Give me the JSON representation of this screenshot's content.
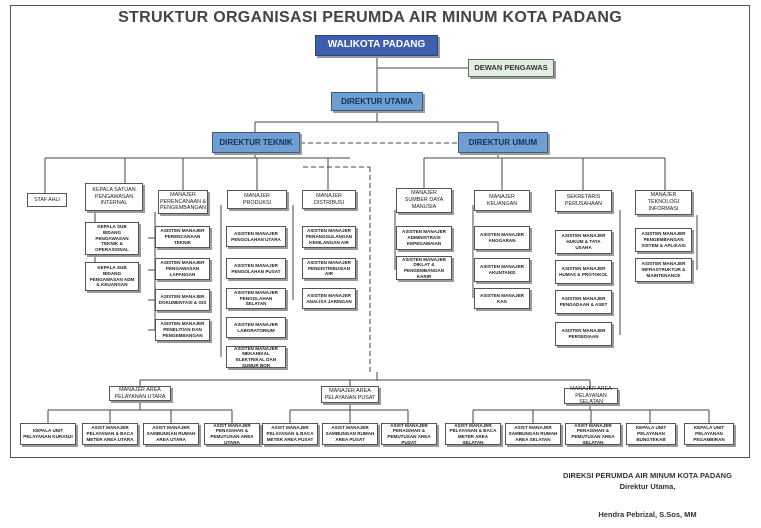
{
  "title": "STRUKTUR ORGANISASI PERUMDA AIR MINUM KOTA PADANG",
  "top": {
    "walikota": "WALIKOTA PADANG",
    "dewan": "DEWAN PENGAWAS",
    "direktur_utama": "DIREKTUR UTAMA",
    "direktur_teknik": "DIREKTUR TEKNIK",
    "direktur_umum": "DIREKTUR UMUM"
  },
  "left_branch": {
    "staf_ahli": "STAF AHLI",
    "spi": "KEPALA SATUAN PENGAWASAN INTERNAL",
    "spi_subs": [
      "KEPALA SUB BIDANG PENGAWASAN TEKNIK & OPERASIONAL",
      "KEPALA SUB BIDANG PENGAWASAN ADM & KEUANGAN"
    ],
    "perencanaan": "MANAJER PERENCANAAN & PENGEMBANGAN",
    "perencanaan_subs": [
      "ASISTEN MANAJER PERENCANAAN TEKNIK",
      "ASISTEN MANAJER PENGAWASAN LAPANGAN",
      "ASISTEN MANAJER DOKUMENTASI & GIS",
      "ASISTEN MANAJER PENELITIAN DAN PENGEMBANGAN"
    ],
    "produksi": "MANAJER PRODUKSI",
    "produksi_subs": [
      "ASISTEN MANAJER PENGOLAHAN UTARA",
      "ASISTEN MANAJER PENGOLAHAN PUSAT",
      "ASISTEN MANAJER PENGOLAHAN SELATAN",
      "ASISTEN MANAJER LABORATORIUM",
      "ASISTEN MANAJER MEKANIKAL ELEKTRIKAL DAN SUMUR BOR"
    ],
    "distribusi": "MANAJER DISTRIBUSI",
    "distribusi_subs": [
      "ASISTEN MANAJER PENANGGULANGAN KEHILANGAN AIR",
      "ASISTEN MANAJER PENDISTRIBUSIAN AIR",
      "ASISTEN MANAJER ANALISA JARINGAN"
    ]
  },
  "right_branch": {
    "sdm": "MANAJER SUMBER DAYA MANUSIA",
    "sdm_subs": [
      "ASISTEN MANAJER ADMINISTRASI KEPEGAWAIAN",
      "ASISTEN MANAJER DIKLAT & PENGEMBANGAN KARIR"
    ],
    "keuangan": "MANAJER KEUANGAN",
    "keuangan_subs": [
      "ASISTEN MANAJER ANGGARAN",
      "ASISTEN MANAJER AKUNTANSI",
      "ASISTEN MANAJER KAS"
    ],
    "sekretaris": "SEKRETARIS PERUSAHAAN",
    "sekretaris_subs": [
      "ASISTEN MANAJER HUKUM & TATA USAHA",
      "ASISTEN MANAJER HUMAS & PROTOKOL",
      "ASISTEN MANAJER PENGADAAN & ASET",
      "ASISTEN MANAJER PERSEDIAAN"
    ],
    "ti": "MANAJER TEKNOLOGI INFORMASI",
    "ti_subs": [
      "ASISTEN MANAJER PENGEMBANGAN SISTEM & APLIKASI",
      "ASISTEN MANAJER INFRASTRUKTUR & MAINTENANCE"
    ]
  },
  "areas": [
    {
      "name": "MANAJER AREA PELAYANAN UTARA",
      "subs": [
        "KEPALA UNIT PELAYANAN KURANJI",
        "ASIST MANAJER PELAYANAN & BACA METER AREA UTARA",
        "ASIST MANAJER SAMBUNGAN RUMAH AREA UTARA",
        "ASIST MANAJER PENAGIHAN & PEMUTUSAN AREA UTARA"
      ]
    },
    {
      "name": "MANAJER AREA PELAYANAN PUSAT",
      "subs": [
        "ASIST MANAJER PELAYANAN & BACA METER AREA PUSAT",
        "ASIST MANAJER SAMBUNGAN RUMAH AREA PUSAT",
        "ASIST MANAJER PENAGIHAN & PEMUTUSAN AREA PUSAT"
      ]
    },
    {
      "name": "MANAJER AREA PELAYANAN SELATAN",
      "subs": [
        "ASIST MANAJER PELAYANAN & BACA METER AREA SELATAN",
        "ASIST MANAJER SAMBUNGAN RUMAH AREA SELATAN",
        "ASIST MANAJER PENAGIHAN & PEMUTUSAN AREA SELATAN",
        "KEPALA UNIT PELAYANAN BUNGTEKAB",
        "KEPALA UNIT PELAYANAN PEGAMBIRAN"
      ]
    }
  ],
  "footer": {
    "line1": "DIREKSI PERUMDA AIR MINUM KOTA PADANG",
    "line2": "Direktur Utama,",
    "signer": "Hendra Pebrizal, S.Sos, MM"
  }
}
